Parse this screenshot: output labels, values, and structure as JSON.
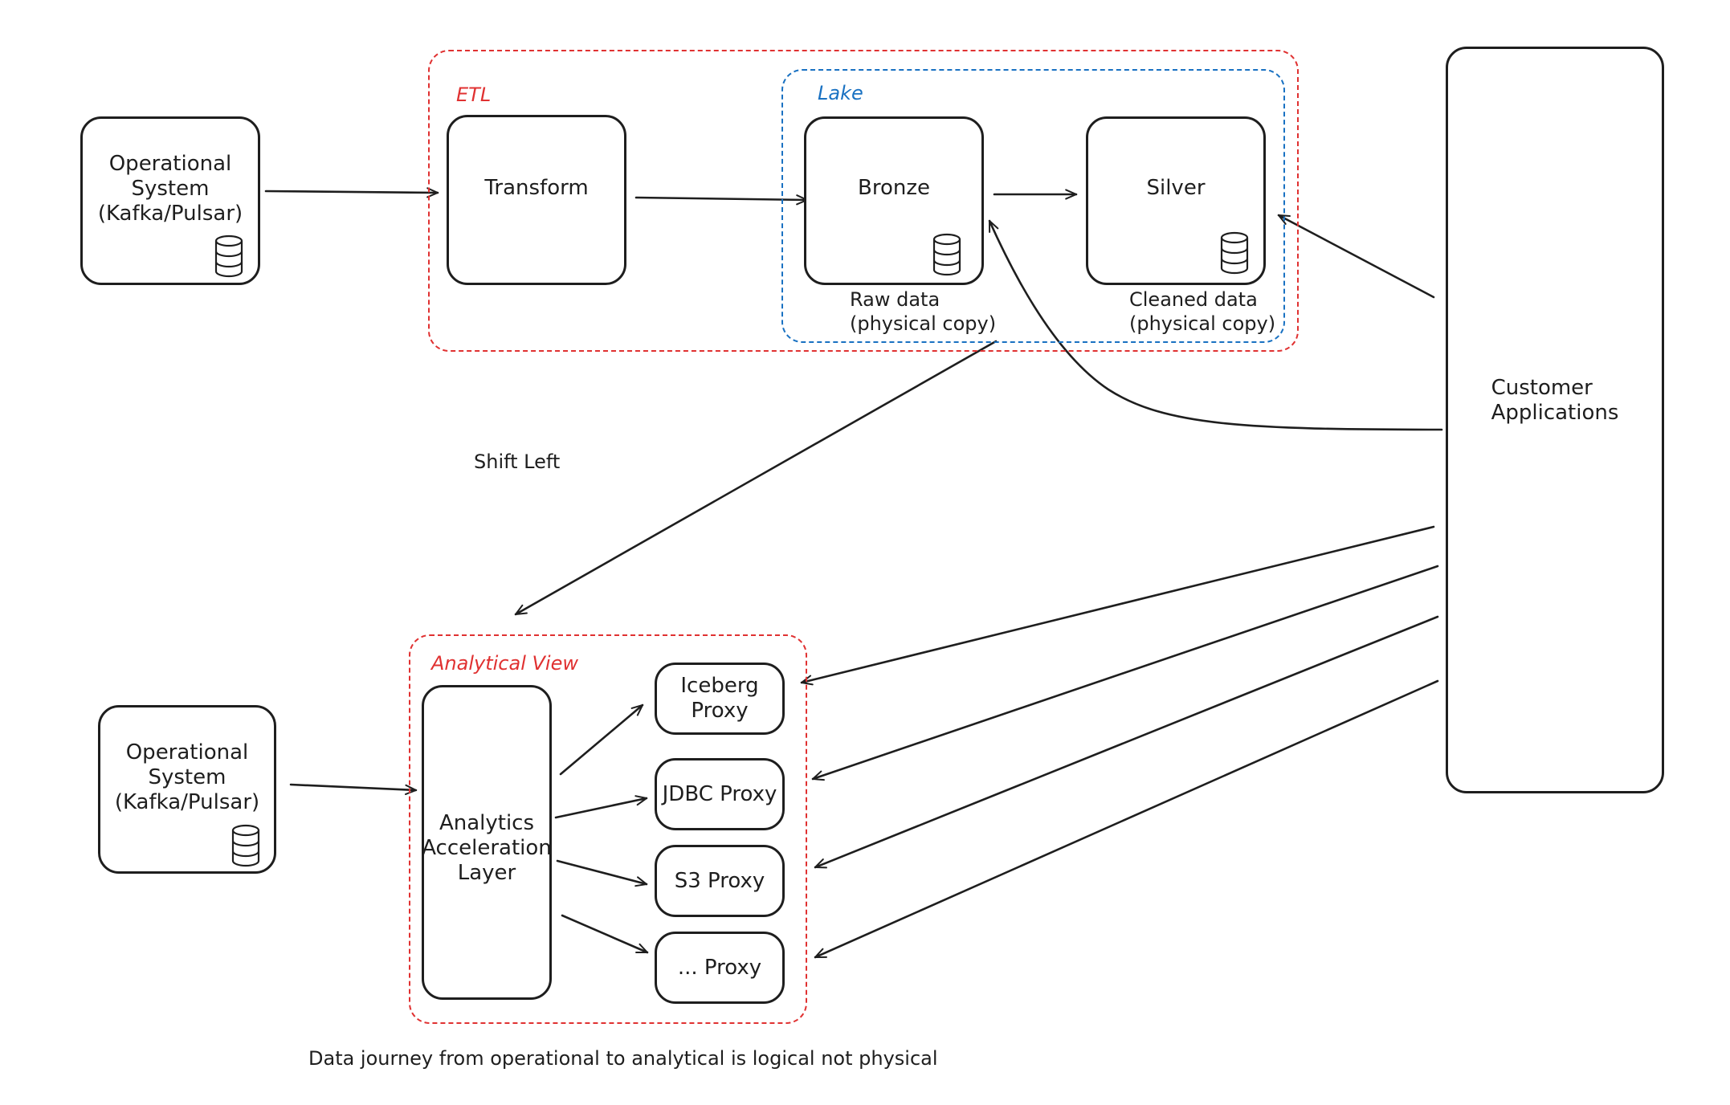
{
  "groups": {
    "etl": "ETL",
    "lake": "Lake",
    "analytical_view": "Analytical View"
  },
  "nodes": {
    "operational_system_top": "Operational\nSystem\n(Kafka/Pulsar)",
    "transform": "Transform",
    "bronze": "Bronze",
    "silver": "Silver",
    "customer_applications": "Customer\nApplications",
    "operational_system_bottom": "Operational\nSystem\n(Kafka/Pulsar)",
    "analytics_acceleration_layer": "Analytics\nAcceleration\nLayer",
    "iceberg_proxy": "Iceberg\nProxy",
    "jdbc_proxy": "JDBC Proxy",
    "s3_proxy": "S3 Proxy",
    "other_proxy": "... Proxy"
  },
  "annotations": {
    "raw_data": "Raw data\n(physical copy)",
    "cleaned_data": "Cleaned data\n(physical copy)",
    "shift_left": "Shift Left",
    "caption": "Data journey from operational to analytical is logical not physical"
  },
  "icons": {
    "storage": "database-cylinder-icon"
  },
  "colors": {
    "etl_border": "#e03131",
    "lake_border": "#1971c2",
    "analytical_view_border": "#e03131",
    "stroke": "#1e1e1e"
  }
}
